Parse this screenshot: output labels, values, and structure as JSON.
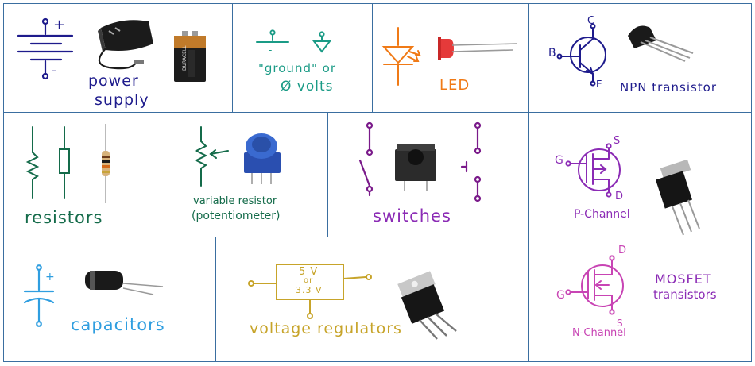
{
  "cells": {
    "power_supply": {
      "label_line1": "power",
      "label_line2": "supply",
      "plus": "+",
      "minus": "-",
      "battery_brand": "DURACELL"
    },
    "ground": {
      "label_line1": "\"ground\" or",
      "label_line2": "Ø volts",
      "minus": "-"
    },
    "led": {
      "label": "LED"
    },
    "npn": {
      "label": "NPN transistor",
      "pin_c": "C",
      "pin_b": "B",
      "pin_e": "E"
    },
    "resistors": {
      "label": "resistors"
    },
    "variable_resistor": {
      "label_line1": "variable resistor",
      "label_line2": "(potentiometer)"
    },
    "switches": {
      "label": "switches"
    },
    "mosfet": {
      "p_channel": {
        "label": "P-Channel",
        "pin_g": "G",
        "pin_s": "S",
        "pin_d": "D"
      },
      "n_channel": {
        "label": "N-Channel",
        "pin_g": "G",
        "pin_s": "S",
        "pin_d": "D"
      },
      "label_line1": "MOSFET",
      "label_line2": "transistors"
    },
    "capacitors": {
      "label": "capacitors",
      "plus": "+"
    },
    "voltage_regulators": {
      "label": "voltage regulators",
      "box_line1": "5 V",
      "box_line2": "or",
      "box_line3": "3.3 V"
    }
  },
  "colors": {
    "border": "#3a6ea0",
    "navy": "#1e1b8c",
    "teal": "#1a9b86",
    "orange": "#f07a16",
    "dark_green": "#146b4a",
    "purple": "#8b2bb5",
    "magenta": "#c844b4",
    "sky_blue": "#2f9ee0",
    "gold": "#c7a42a"
  }
}
